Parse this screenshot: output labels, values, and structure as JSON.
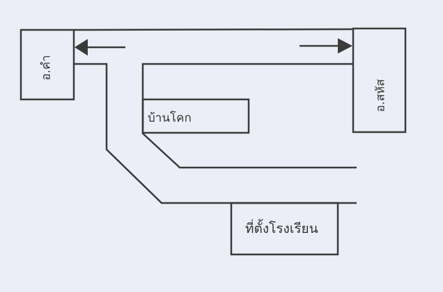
{
  "labels": {
    "left_district": "อ.คำ",
    "right_district": "อ.สหัส",
    "village": "บ้านโคก",
    "school": "ที่ตั้งโรงเรียน"
  },
  "colors": {
    "line": "#3a3a3a",
    "background": "#eceef7"
  }
}
